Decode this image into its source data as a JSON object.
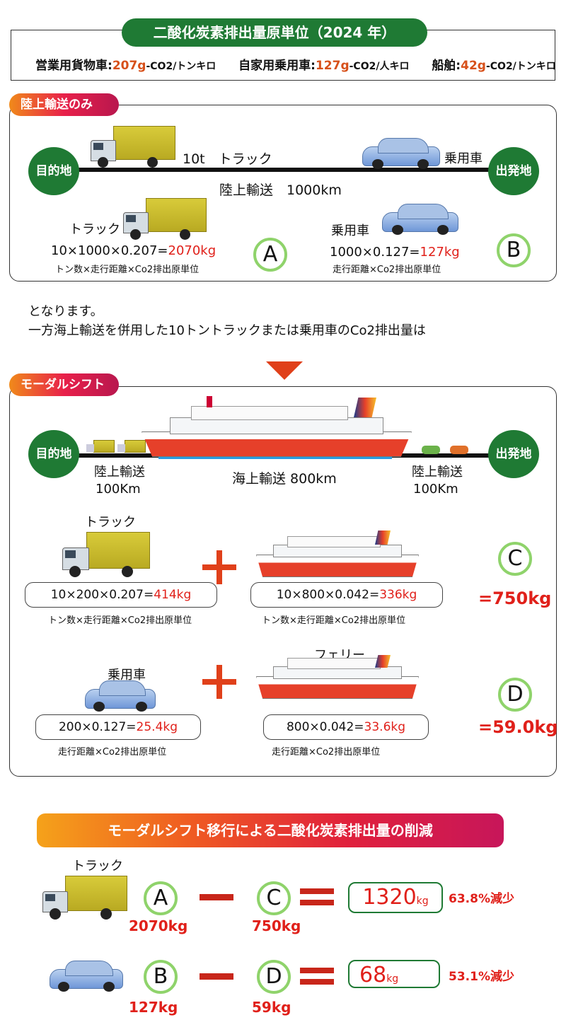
{
  "header": {
    "title": "二酸化炭素排出量原単位（2024 年）",
    "units": [
      {
        "label": "営業用貨物車:",
        "value": "207g",
        "unit": "-CO2/トンキロ"
      },
      {
        "label": "自家用乗用車:",
        "value": "127g",
        "unit": "-CO2/人キロ"
      },
      {
        "label": "船舶:",
        "value": "42g",
        "unit": "-CO2/トンキロ"
      }
    ]
  },
  "land": {
    "tab": "陸上輸送のみ",
    "destination": "目的地",
    "origin": "出発地",
    "truck_label": "10t　トラック",
    "car_label": "乗用車",
    "route": "陸上輸送　1000km",
    "a": {
      "title": "トラック",
      "formula": "10×1000×0.207=",
      "result": "2070kg",
      "note": "トン数×走行距離×Co2排出原単位",
      "letter": "A"
    },
    "b": {
      "title": "乗用車",
      "formula": "1000×0.127=",
      "result": "127kg",
      "note": "走行距離×Co2排出原単位",
      "letter": "B"
    }
  },
  "intro": {
    "line1": "となります。",
    "line2": "一方海上輸送を併用した10トントラックまたは乗用車のCo2排出量は"
  },
  "modal": {
    "tab": "モーダルシフト",
    "destination": "目的地",
    "origin": "出発地",
    "left_route": "陸上輸送",
    "left_dist": "100Km",
    "sea_route": "海上輸送 800km",
    "right_route": "陸上輸送",
    "right_dist": "100Km",
    "c": {
      "title": "トラック",
      "f1": "10×200×0.207=",
      "r1": "414kg",
      "n1": "トン数×走行距離×Co2排出原単位",
      "f2": "10×800×0.042=",
      "r2": "336kg",
      "n2": "トン数×走行距離×Co2排出原単位",
      "letter": "C",
      "total": "=750kg"
    },
    "d": {
      "title": "乗用車",
      "ferry": "フェリー",
      "f1": "200×0.127=",
      "r1": "25.4kg",
      "n1": "走行距離×Co2排出原単位",
      "f2": "800×0.042=",
      "r2": "33.6kg",
      "n2": "走行距離×Co2排出原単位",
      "letter": "D",
      "total": "=59.0kg"
    }
  },
  "reduction": {
    "title": "モーダルシフト移行による二酸化炭素排出量の削減",
    "truck_label": "トラック",
    "row1": {
      "left": "A",
      "left_val": "2070kg",
      "right": "C",
      "right_val": "750kg",
      "result": "1320",
      "unit": "kg",
      "pct": "63.8%減少"
    },
    "row2": {
      "left": "B",
      "left_val": "127kg",
      "right": "D",
      "right_val": "59kg",
      "result": "68",
      "unit": "kg",
      "pct": "53.1%減少"
    }
  }
}
